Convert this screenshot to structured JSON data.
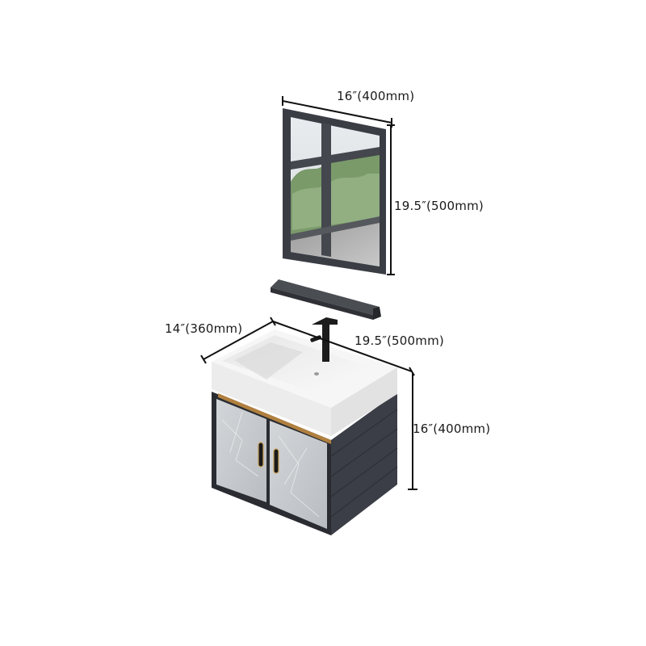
{
  "diagram": {
    "title": "Bathroom vanity set dimensions",
    "components": [
      "mirror",
      "shelf",
      "sink-vanity"
    ],
    "colors": {
      "frame": "#3a3d44",
      "cabinet_body": "#3b3e46",
      "door_marble": "#c9cccf",
      "ceramic": "#f4f4f4",
      "gold_trim": "#b08040",
      "faucet": "#1c1c1c",
      "dimension_line": "#111111"
    }
  },
  "dimensions": {
    "mirror_width": "16″(400mm)",
    "mirror_height": "19.5″(500mm)",
    "vanity_depth": "14″(360mm)",
    "vanity_width": "19.5″(500mm)",
    "vanity_height": "16″(400mm)"
  }
}
